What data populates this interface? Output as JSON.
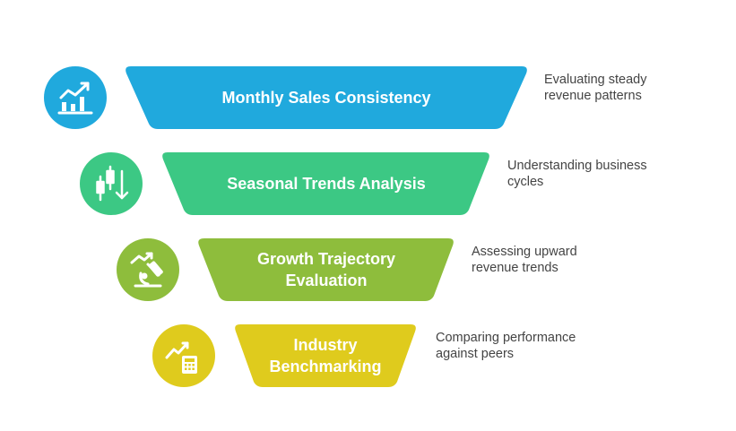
{
  "levels": [
    {
      "title": "Monthly Sales Consistency",
      "description": "Evaluating steady\nrevenue patterns",
      "color": "#20a9dd",
      "icon": "bar-chart-trend-up-icon"
    },
    {
      "title": "Seasonal Trends Analysis",
      "description": "Understanding business\ncycles",
      "color": "#3cc884",
      "icon": "candlestick-down-arrow-icon"
    },
    {
      "title": "Growth Trajectory\nEvaluation",
      "description": "Assessing upward\nrevenue trends",
      "color": "#8ebd3c",
      "icon": "microscope-trend-icon"
    },
    {
      "title": "Industry\nBenchmarking",
      "description": "Comparing performance\nagainst peers",
      "color": "#dfcb1d",
      "icon": "calculator-trend-icon"
    }
  ]
}
